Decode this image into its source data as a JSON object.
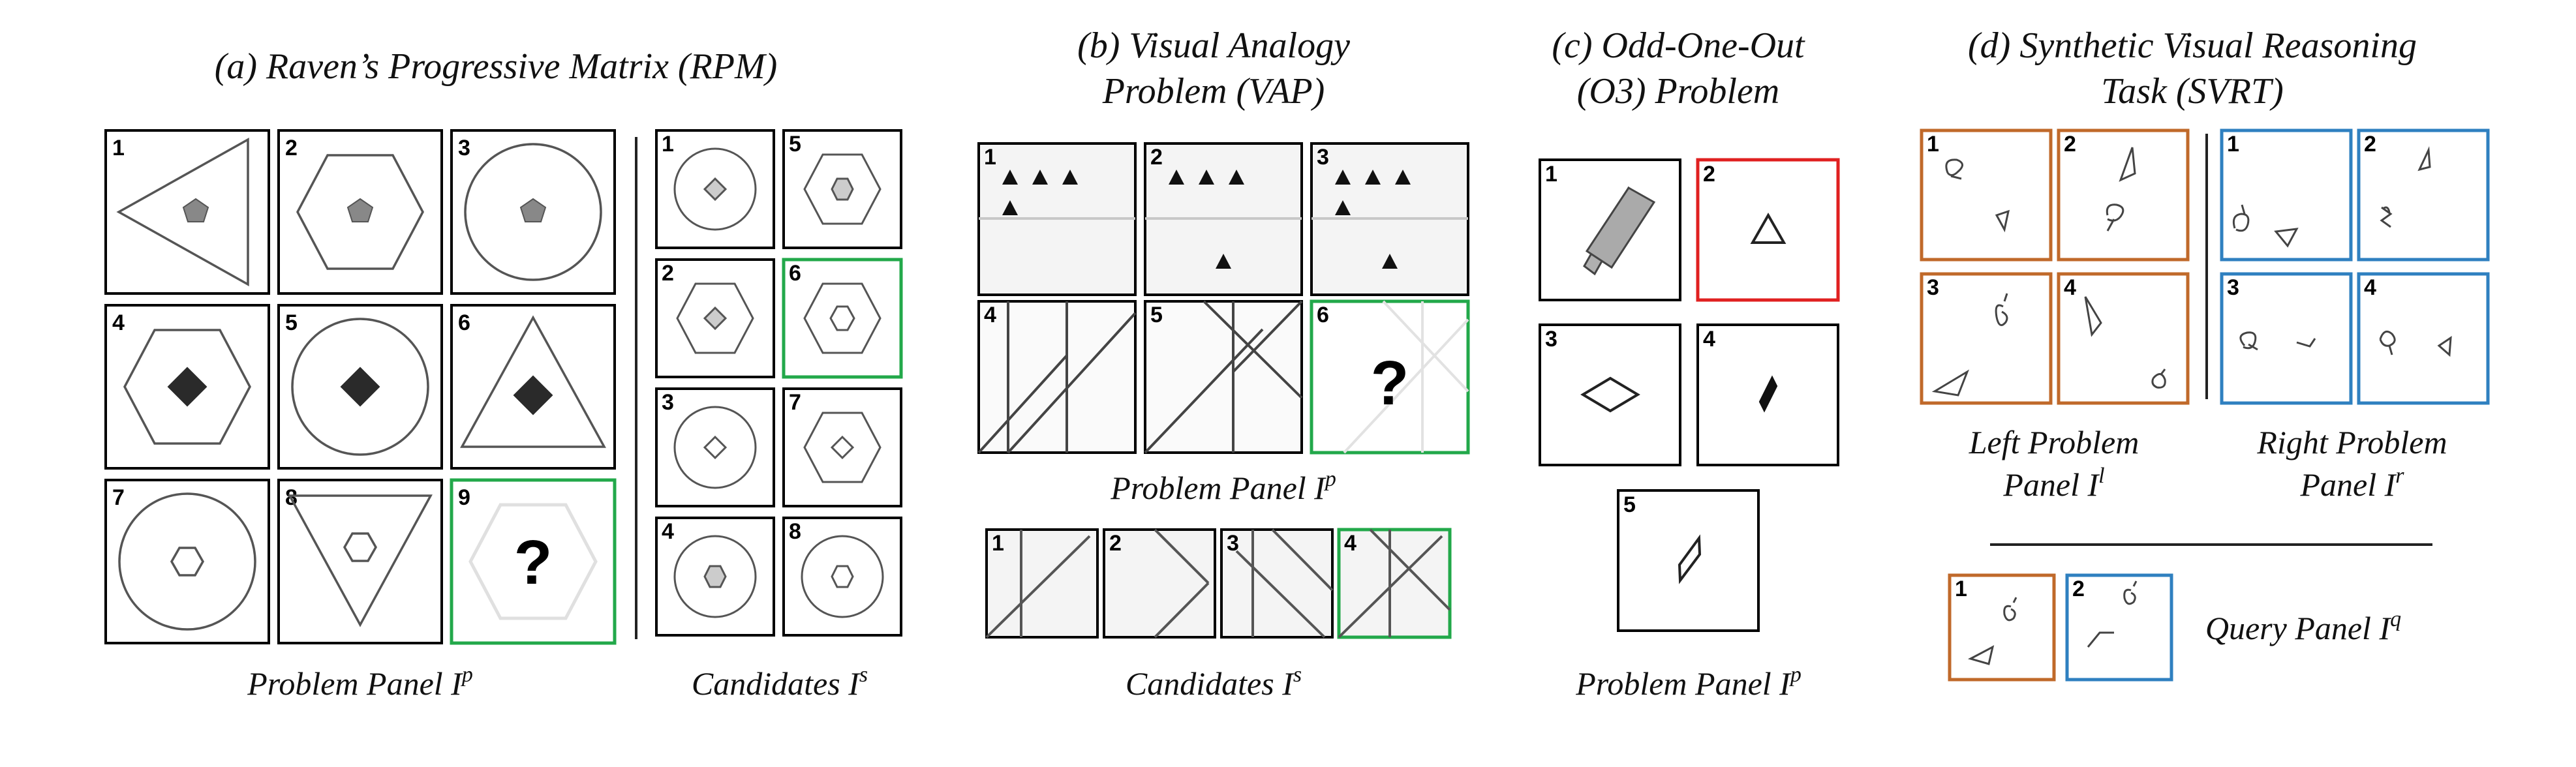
{
  "colors": {
    "highlight_green": "#22a84a",
    "highlight_red": "#e02020",
    "svrt_left_orange": "#c0692a",
    "svrt_right_blue": "#2f80c0",
    "shape_fill_gray": "#b8b8b8",
    "shape_fill_dark": "#2a2a2a"
  },
  "rpm": {
    "title": "(a) Raven’s Progressive Matrix (RPM)",
    "problem_caption": "Problem Panel",
    "problem_symbol": "I",
    "problem_sup": "p",
    "candidates_caption": "Candidates",
    "candidates_symbol": "I",
    "candidates_sup": "s",
    "problem_labels": [
      "1",
      "2",
      "3",
      "4",
      "5",
      "6",
      "7",
      "8",
      "9"
    ],
    "candidate_labels": [
      "1",
      "5",
      "2",
      "6",
      "3",
      "7",
      "4",
      "8"
    ],
    "question_mark": "?"
  },
  "vap": {
    "title_line1": "(b) Visual Analogy",
    "title_line2": "Problem (VAP)",
    "problem_caption": "Problem Panel",
    "problem_symbol": "I",
    "problem_sup": "p",
    "candidates_caption": "Candidates",
    "candidates_symbol": "I",
    "candidates_sup": "s",
    "problem_labels": [
      "1",
      "2",
      "3",
      "4",
      "5",
      "6"
    ],
    "candidate_labels": [
      "1",
      "2",
      "3",
      "4"
    ],
    "question_mark": "?"
  },
  "o3": {
    "title_line1": "(c) Odd-One-Out",
    "title_line2": "(O3) Problem",
    "problem_caption": "Problem Panel",
    "problem_symbol": "I",
    "problem_sup": "p",
    "labels": [
      "1",
      "2",
      "3",
      "4",
      "5"
    ]
  },
  "svrt": {
    "title_line1": "(d) Synthetic Visual Reasoning",
    "title_line2": "Task (SVRT)",
    "left_caption_line1": "Left Problem",
    "left_caption_line2": "Panel",
    "left_symbol": "I",
    "left_sup": "l",
    "right_caption_line1": "Right Problem",
    "right_caption_line2": "Panel",
    "right_symbol": "I",
    "right_sup": "r",
    "query_caption": "Query Panel",
    "query_symbol": "I",
    "query_sup": "q",
    "left_labels": [
      "1",
      "2",
      "3",
      "4"
    ],
    "right_labels": [
      "1",
      "2",
      "3",
      "4"
    ],
    "query_labels": [
      "1",
      "2"
    ]
  }
}
